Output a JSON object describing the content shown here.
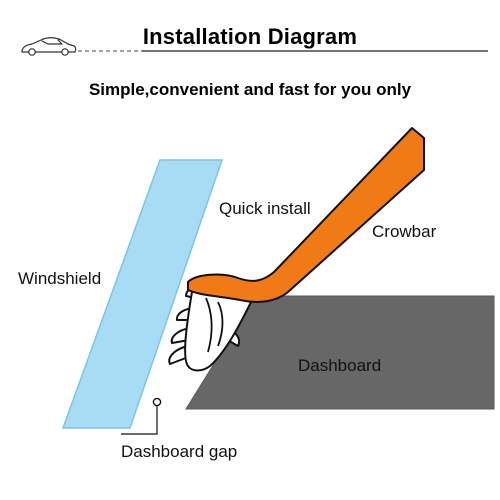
{
  "header": {
    "title": "Installation Diagram",
    "subtitle": "Simple,convenient and fast for you only"
  },
  "labels": {
    "quick_install": "Quick install",
    "crowbar": "Crowbar",
    "windshield": "Windshield",
    "dashboard": "Dashboard",
    "dashboard_gap": "Dashboard gap"
  },
  "icons": {
    "logo": "car-outline-icon"
  },
  "colors": {
    "windshield_fill": "#a8dcf5",
    "windshield_stroke": "#7cc4ea",
    "crowbar": "#f07a15",
    "dashboard": "#676767",
    "dashboard_edge": "#8a8a8a",
    "trim_clip": "#ffffff",
    "outline": "#111111"
  }
}
